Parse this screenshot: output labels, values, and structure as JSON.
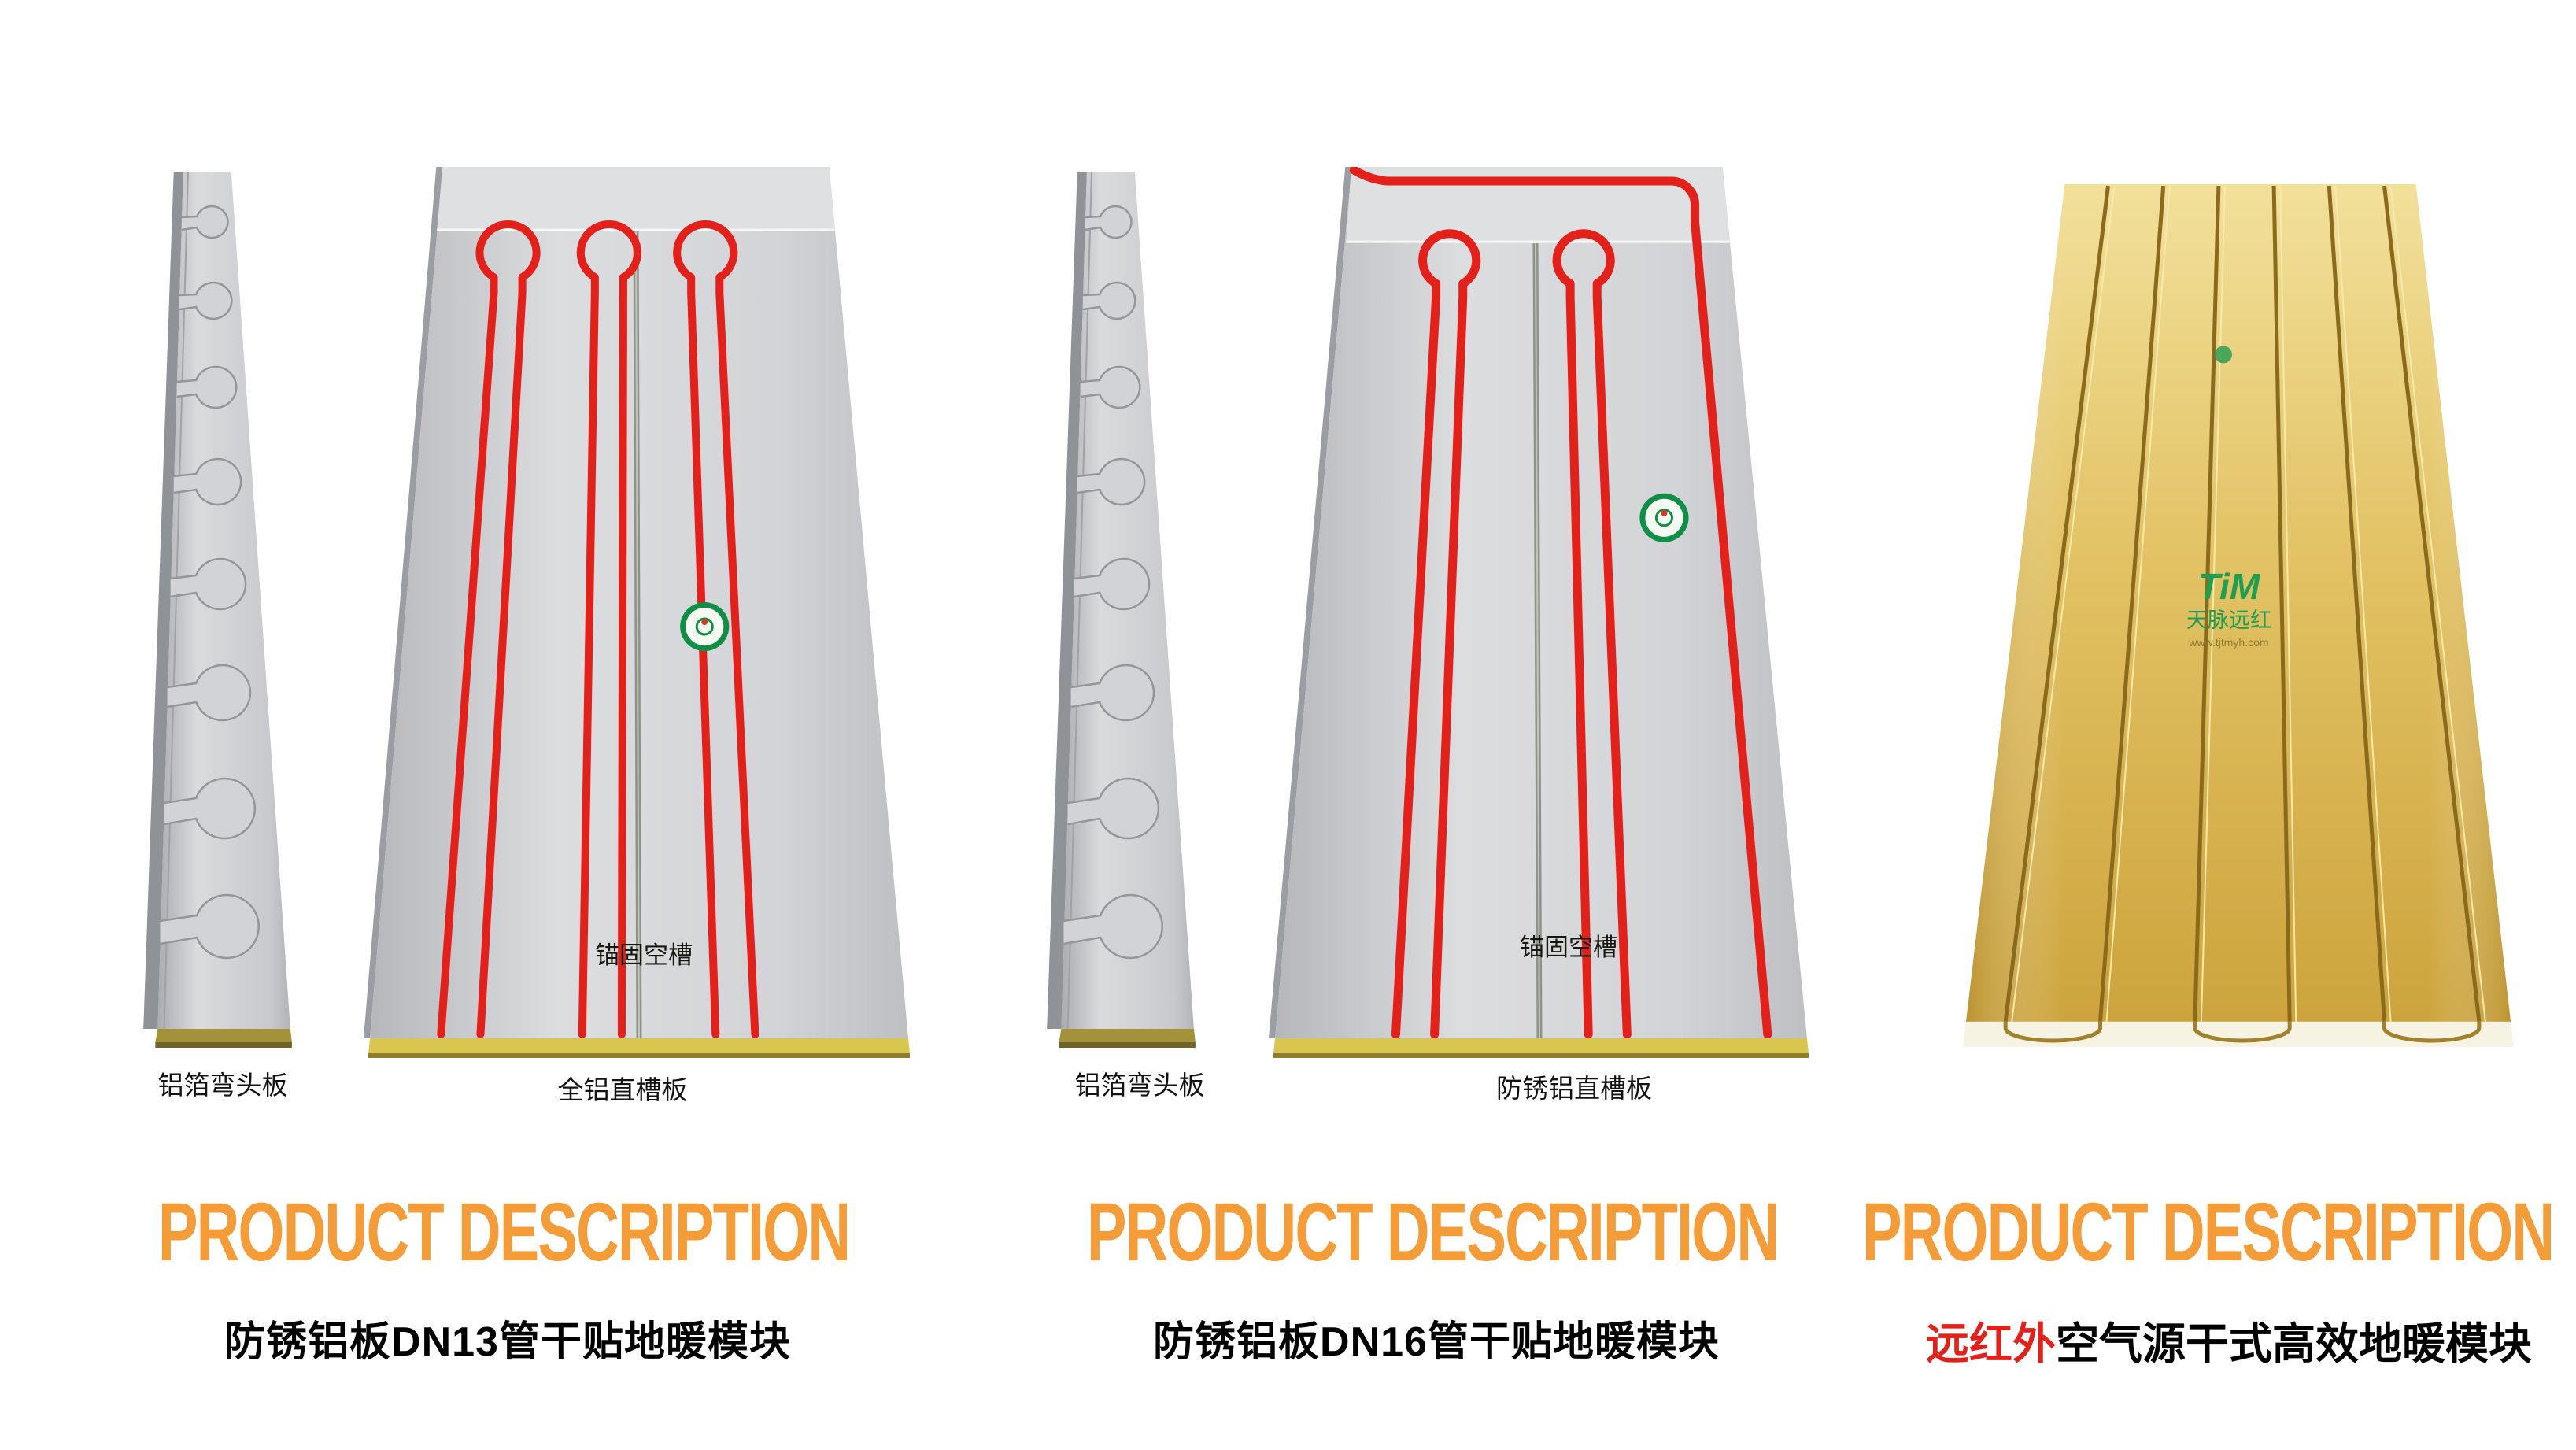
{
  "poster": {
    "background": "#ffffff"
  },
  "colors": {
    "heading": "#F39C38",
    "highlight": "#E3211A",
    "pipe": "#E3211A",
    "panel-gray": "#CFD0D3",
    "panel-gold": "#DDBB55",
    "badge-green": "#0F8F45"
  },
  "columns": [
    {
      "heading": "PRODUCT DESCRIPTION",
      "title": "防锈铝板DN13管干贴地暖模块",
      "panel_left_label": "铝箔弯头板",
      "panel_right_label": "全铝直槽板",
      "panel_annotation": "锚固空槽"
    },
    {
      "heading": "PRODUCT DESCRIPTION",
      "title": "防锈铝板DN16管干贴地暖模块",
      "panel_left_label": "铝箔弯头板",
      "panel_right_label": "防锈铝直槽板",
      "panel_annotation": "锚固空槽"
    },
    {
      "heading": "PRODUCT DESCRIPTION",
      "title_highlight": "远红外",
      "title": "空气源干式高效地暖模块",
      "logo": {
        "name": "TiM",
        "subtitle": "天脉远红",
        "url": "www.tjtmyh.com"
      }
    }
  ]
}
